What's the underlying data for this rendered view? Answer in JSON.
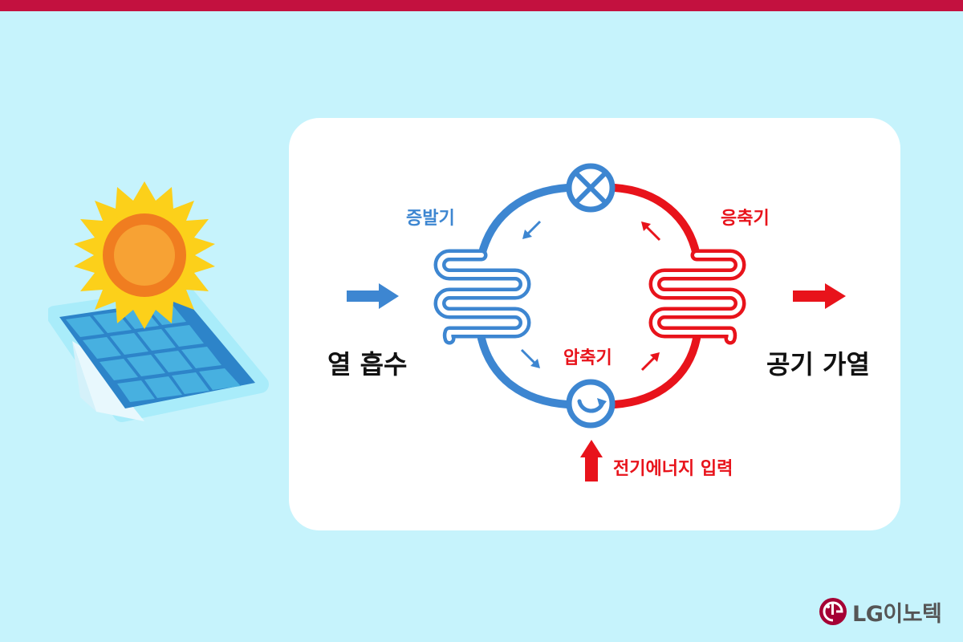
{
  "labels": {
    "evaporator": "증발기",
    "condenser": "응축기",
    "compressor": "압축기",
    "heat_absorption": "열 흡수",
    "air_heating": "공기 가열",
    "electric_input": "전기에너지 입력"
  },
  "brand": {
    "name": "LG이노텍"
  },
  "colors": {
    "top_bar": "#c3113f",
    "background": "#c6f3fc",
    "cold_side": "#3d86d1",
    "hot_side": "#e8131b",
    "brand_red": "#a50034"
  },
  "icons": {
    "expansion_valve": "circle-cross-icon",
    "compressor": "circle-rotate-icon",
    "illustration": "sun-solar-panel-icon"
  }
}
